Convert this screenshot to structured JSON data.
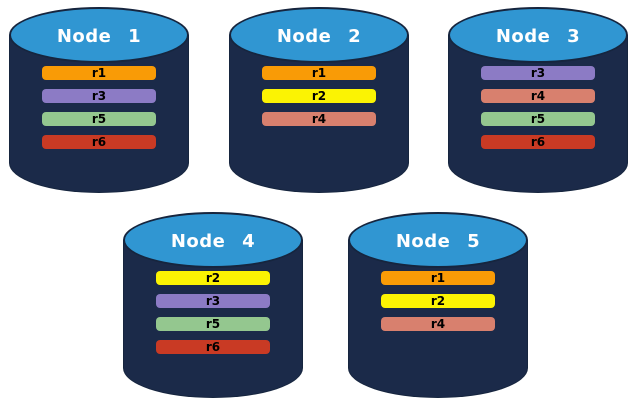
{
  "diagram": {
    "background_color": "#FFFFFF",
    "node_fill": "#1B2A49",
    "node_top_fill": "#3096D2",
    "node_stroke": "#16253E",
    "title_color": "#FFFFFF",
    "bar_text_color": "#000000",
    "replica_colors": {
      "r1": "#F99B06",
      "r2": "#FBF303",
      "r3": "#8C7BC5",
      "r4": "#D8806E",
      "r5": "#94C78F",
      "r6": "#C93A24"
    },
    "nodes": [
      {
        "title": "Node 1",
        "replicas": [
          "r1",
          "r3",
          "r5",
          "r6"
        ]
      },
      {
        "title": "Node 2",
        "replicas": [
          "r1",
          "r2",
          "r4"
        ]
      },
      {
        "title": "Node 3",
        "replicas": [
          "r3",
          "r4",
          "r5",
          "r6"
        ]
      },
      {
        "title": "Node 4",
        "replicas": [
          "r2",
          "r3",
          "r5",
          "r6"
        ]
      },
      {
        "title": "Node 5",
        "replicas": [
          "r1",
          "r2",
          "r4"
        ]
      }
    ]
  }
}
